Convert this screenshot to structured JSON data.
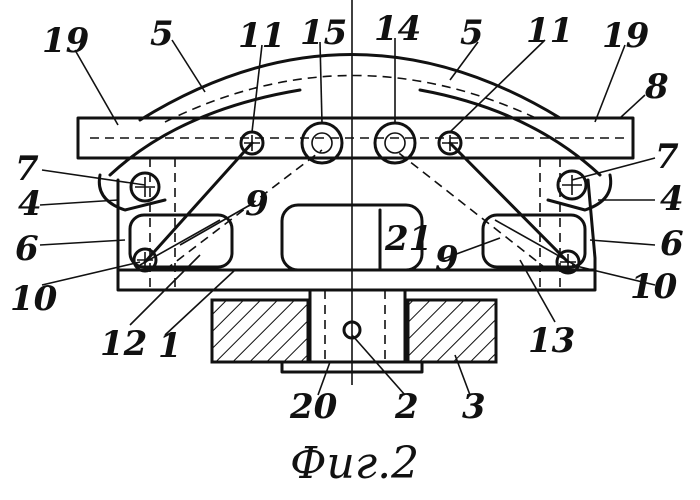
{
  "caption": "Фиг.2",
  "labels": {
    "l1": "1",
    "l2": "2",
    "l3": "3",
    "l4a": "4",
    "l4b": "4",
    "l5a": "5",
    "l5b": "5",
    "l6a": "6",
    "l6b": "6",
    "l7a": "7",
    "l7b": "7",
    "l8": "8",
    "l9a": "9",
    "l9b": "9",
    "l10a": "10",
    "l10b": "10",
    "l11a": "11",
    "l11b": "11",
    "l12": "12",
    "l13": "13",
    "l14": "14",
    "l15": "15",
    "l19a": "19",
    "l19b": "19",
    "l20": "20",
    "l21": "21"
  }
}
